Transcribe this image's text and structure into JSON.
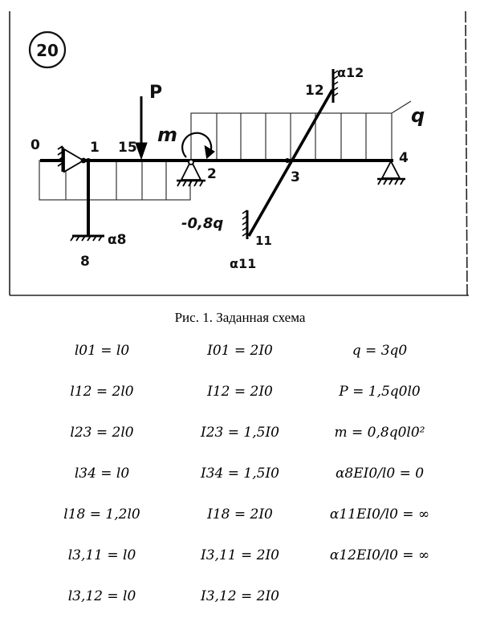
{
  "diagram": {
    "badge": "20",
    "labels": {
      "node0": "0",
      "node1": "1",
      "node15": "15",
      "node2": "2",
      "node3": "3",
      "node4": "4",
      "node8": "8",
      "node11": "11",
      "node12": "12",
      "force_p": "P",
      "moment_m": "m",
      "load_q": "q",
      "load_neg": "-0,8q",
      "alpha8": "α8",
      "alpha11": "α11",
      "alpha12": "α12"
    }
  },
  "caption": "Рис. 1. Заданная схема",
  "formulas": {
    "col1": [
      "l01 = l0",
      "l12 = 2l0",
      "l23 = 2l0",
      "l34 = l0",
      "l18 = 1,2l0",
      "l3,11 = l0",
      "l3,12 = l0"
    ],
    "col2": [
      "I01 = 2I0",
      "I12 = 2I0",
      "I23 = 1,5I0",
      "I34 = 1,5I0",
      "I18 = 2I0",
      "I3,11 = 2I0",
      "I3,12 = 2I0"
    ],
    "col3": [
      "q = 3q0",
      "P = 1,5q0l0",
      "m = 0,8q0l0²",
      "α8EI0/l0 = 0",
      "α11EI0/l0 = ∞",
      "α12EI0/l0 = ∞"
    ]
  }
}
